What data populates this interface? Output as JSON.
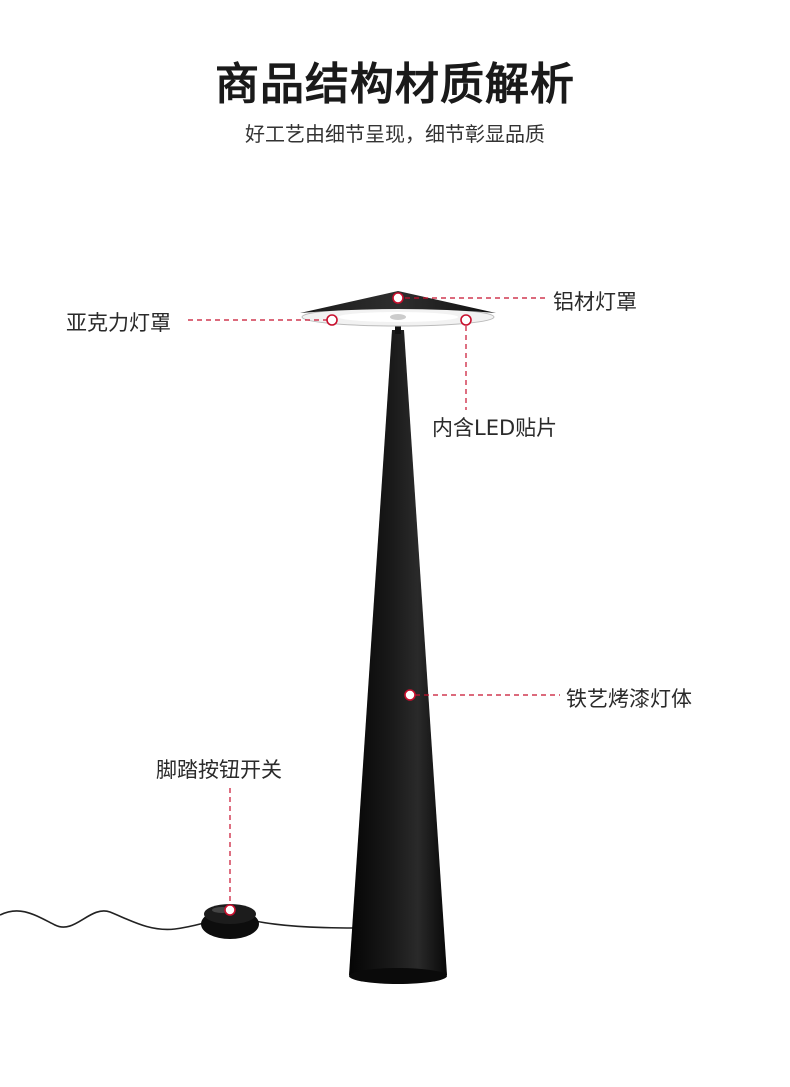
{
  "header": {
    "title": "商品结构材质解析",
    "subtitle": "好工艺由细节呈现，细节彰显品质"
  },
  "labels": {
    "acrylic_shade": "亚克力灯罩",
    "aluminum_shade": "铝材灯罩",
    "led_chip": "内含LED贴片",
    "iron_body": "铁艺烤漆灯体",
    "foot_switch": "脚踏按钮开关"
  },
  "colors": {
    "lamp_body": "#0d0d0d",
    "leader_line": "#c8102e",
    "shade_underside": "#f2f2f2"
  }
}
